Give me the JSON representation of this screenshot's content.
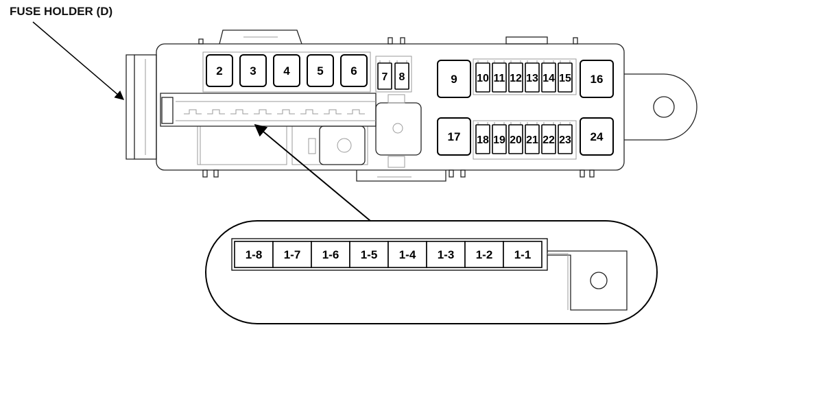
{
  "diagram": {
    "title": "FUSE HOLDER (D)",
    "fuses_large": [
      {
        "id": "fuse-2",
        "label": "2"
      },
      {
        "id": "fuse-3",
        "label": "3"
      },
      {
        "id": "fuse-4",
        "label": "4"
      },
      {
        "id": "fuse-5",
        "label": "5"
      },
      {
        "id": "fuse-6",
        "label": "6"
      },
      {
        "id": "fuse-9",
        "label": "9"
      },
      {
        "id": "fuse-16",
        "label": "16"
      },
      {
        "id": "fuse-17",
        "label": "17"
      },
      {
        "id": "fuse-24",
        "label": "24"
      }
    ],
    "fuses_mini": [
      {
        "id": "fuse-7",
        "label": "7"
      },
      {
        "id": "fuse-8",
        "label": "8"
      },
      {
        "id": "fuse-10",
        "label": "10"
      },
      {
        "id": "fuse-11",
        "label": "11"
      },
      {
        "id": "fuse-12",
        "label": "12"
      },
      {
        "id": "fuse-13",
        "label": "13"
      },
      {
        "id": "fuse-14",
        "label": "14"
      },
      {
        "id": "fuse-15",
        "label": "15"
      },
      {
        "id": "fuse-18",
        "label": "18"
      },
      {
        "id": "fuse-19",
        "label": "19"
      },
      {
        "id": "fuse-20",
        "label": "20"
      },
      {
        "id": "fuse-21",
        "label": "21"
      },
      {
        "id": "fuse-22",
        "label": "22"
      },
      {
        "id": "fuse-23",
        "label": "23"
      }
    ],
    "callout_fuses": [
      "1-8",
      "1-7",
      "1-6",
      "1-5",
      "1-4",
      "1-3",
      "1-2",
      "1-1"
    ]
  }
}
